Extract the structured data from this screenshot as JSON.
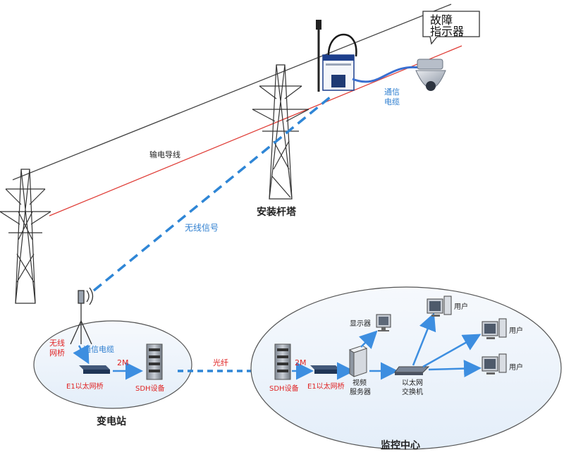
{
  "labels": {
    "fault_indicator_line1": "故障",
    "fault_indicator_line2": "指示器",
    "comm_cable_top_line1": "通信",
    "comm_cable_top_line2": "电缆",
    "power_line": "输电导线",
    "install_tower": "安装杆塔",
    "wireless_signal": "无线信号",
    "wireless_bridge_line1": "无线",
    "wireless_bridge_line2": "网桥",
    "comm_cable_sub": "通信电缆",
    "rate_2m_sub": "2M",
    "e1_bridge_sub": "E1以太网桥",
    "sdh_sub": "SDH设备",
    "substation": "变电站",
    "fiber": "光纤",
    "sdh_mon": "SDH设备",
    "rate_2m_mon": "2M",
    "e1_bridge_mon": "E1以太网桥",
    "display": "显示器",
    "video_server_line1": "视频",
    "video_server_line2": "服务器",
    "ethernet_switch_line1": "以太网",
    "ethernet_switch_line2": "交换机",
    "user_1": "用户",
    "user_2": "用户",
    "user_3": "用户",
    "monitoring_center": "监控中心"
  },
  "colors": {
    "power_line_black": "#444444",
    "power_line_red": "#e0403a",
    "wireless_blue": "#2f86d6",
    "cable_blue": "#3a6fd0",
    "label_blue": "#2f7fd0",
    "label_red": "#e02424",
    "ellipse_fill": "#eef4fb",
    "ellipse_stroke": "#555555",
    "arrow_blue": "#3d8ee0"
  }
}
